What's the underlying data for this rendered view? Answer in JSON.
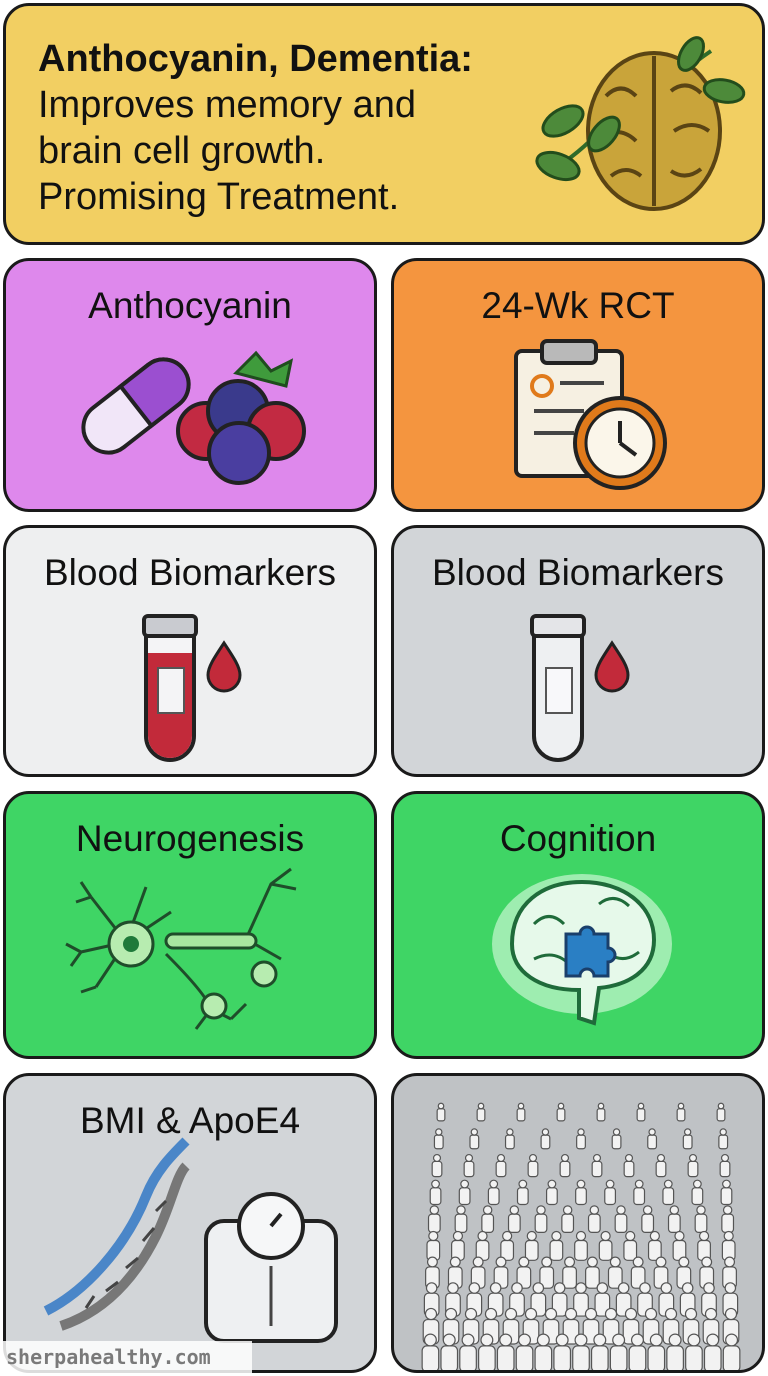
{
  "header": {
    "title": "Anthocyanin, Dementia:",
    "lines": [
      "Improves memory and",
      "brain cell growth.",
      "Promising Treatment."
    ]
  },
  "tiles": [
    {
      "title": "Anthocyanin",
      "icon": "capsule-and-berries-icon",
      "color": "#de88ec"
    },
    {
      "title": "24-Wk RCT",
      "icon": "clipboard-clock-icon",
      "color": "#f4953f"
    },
    {
      "title": "Blood Biomarkers",
      "icon": "blood-vial-icon",
      "color": "#eeeff0"
    },
    {
      "title": "Blood Biomarkers",
      "icon": "empty-vial-icon",
      "color": "#d2d5d8"
    },
    {
      "title": "Neurogenesis",
      "icon": "neuron-icon",
      "color": "#3fd565"
    },
    {
      "title": "Cognition",
      "icon": "brain-puzzle-icon",
      "color": "#3fd565"
    },
    {
      "title": "BMI & ApoE4",
      "icon": "dna-and-scale-icon",
      "color": "#d2d5d8"
    },
    {
      "title": "",
      "icon": "crowd-icon",
      "color": "#bfc2c5"
    }
  ],
  "header_color": "#f2cf62",
  "watermark": "sherpahealthy.com"
}
